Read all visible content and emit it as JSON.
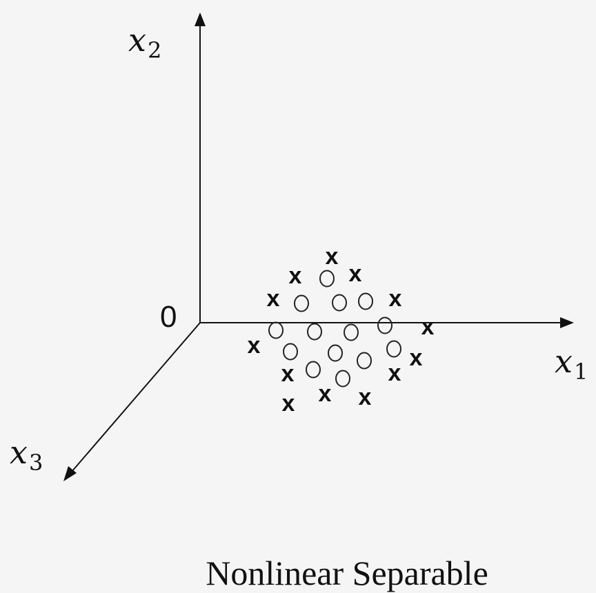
{
  "axes": {
    "x1": {
      "var": "x",
      "sub": "1"
    },
    "x2": {
      "var": "x",
      "sub": "2"
    },
    "x3": {
      "var": "x",
      "sub": "3"
    },
    "origin": "0"
  },
  "marks": {
    "cross_symbol": "x"
  },
  "caption": "Nonlinear Separable"
}
